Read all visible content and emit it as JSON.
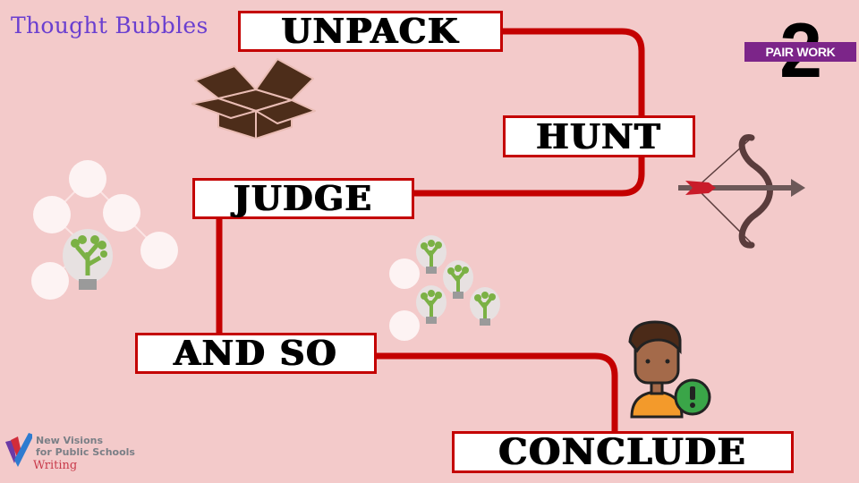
{
  "slide": {
    "title": "Thought Bubbles",
    "background_color": "#f3caca",
    "accent_color": "#c40000",
    "title_color": "#6a3fd0"
  },
  "badge": {
    "number": "2",
    "label": "PAIR WORK",
    "color": "#7c2589"
  },
  "steps": [
    {
      "label": "UNPACK",
      "icon": "open-box-icon"
    },
    {
      "label": "HUNT",
      "icon": "bow-and-arrow-icon"
    },
    {
      "label": "JUDGE",
      "icon": "idea-bubble-network-icon"
    },
    {
      "label": "AND SO",
      "icon": "lightbulb-tree-cluster-icon"
    },
    {
      "label": "CONCLUDE",
      "icon": "person-exclamation-icon"
    }
  ],
  "logo": {
    "org_line1": "New Visions",
    "org_line2": "for Public Schools",
    "subtitle": "Writing"
  }
}
